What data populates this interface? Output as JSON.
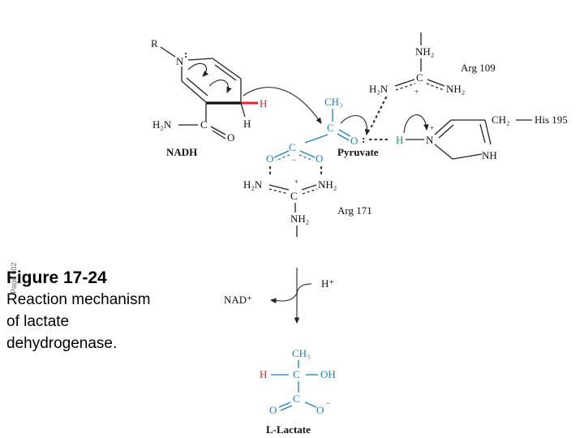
{
  "caption": {
    "figure_number": "Figure 17-24",
    "description": "Reaction mechanism of lactate dehydrogenase."
  },
  "watermark": "Page 602",
  "nadh": {
    "r_group": "R",
    "ring_nitrogen": "N",
    "amide_nitrogen": "H₂N",
    "amide_carbon": "C",
    "amide_oxygen": "O",
    "hydride": "H",
    "ring_hydrogen": "H",
    "label": "NADH"
  },
  "arg109": {
    "nh2_top": "NH₂",
    "label": "Arg 109",
    "h2n": "H₂N",
    "carbon": "C",
    "nh2_right": "NH₂",
    "charge": "+"
  },
  "pyruvate": {
    "methyl": "CH₃",
    "carbonyl_carbon": "C",
    "carbonyl_oxygen": "O",
    "carboxyl_carbon": "C",
    "carboxyl_o_left": "O",
    "carboxyl_o_right": "O",
    "charge": "−",
    "label": "Pyruvate"
  },
  "his195": {
    "hydrogen": "H",
    "ring_nitrogen": "N",
    "ring_nh": "NH",
    "ch2": "CH₂",
    "label": "His 195",
    "charge": "+"
  },
  "arg171": {
    "h2n": "H₂N",
    "charge": "+",
    "nh2_right": "NH₂",
    "carbon": "C",
    "nh2_bottom": "NH₂",
    "label": "Arg 171"
  },
  "products": {
    "nad": "NAD⁺",
    "proton": "H⁺"
  },
  "lactate": {
    "methyl": "CH₃",
    "hydrogen": "H",
    "carbon": "C",
    "hydroxyl": "OH",
    "carboxyl_carbon": "C",
    "oxygen_left": "O",
    "oxygen_right": "O",
    "charge": "−",
    "label": "L-Lactate"
  }
}
